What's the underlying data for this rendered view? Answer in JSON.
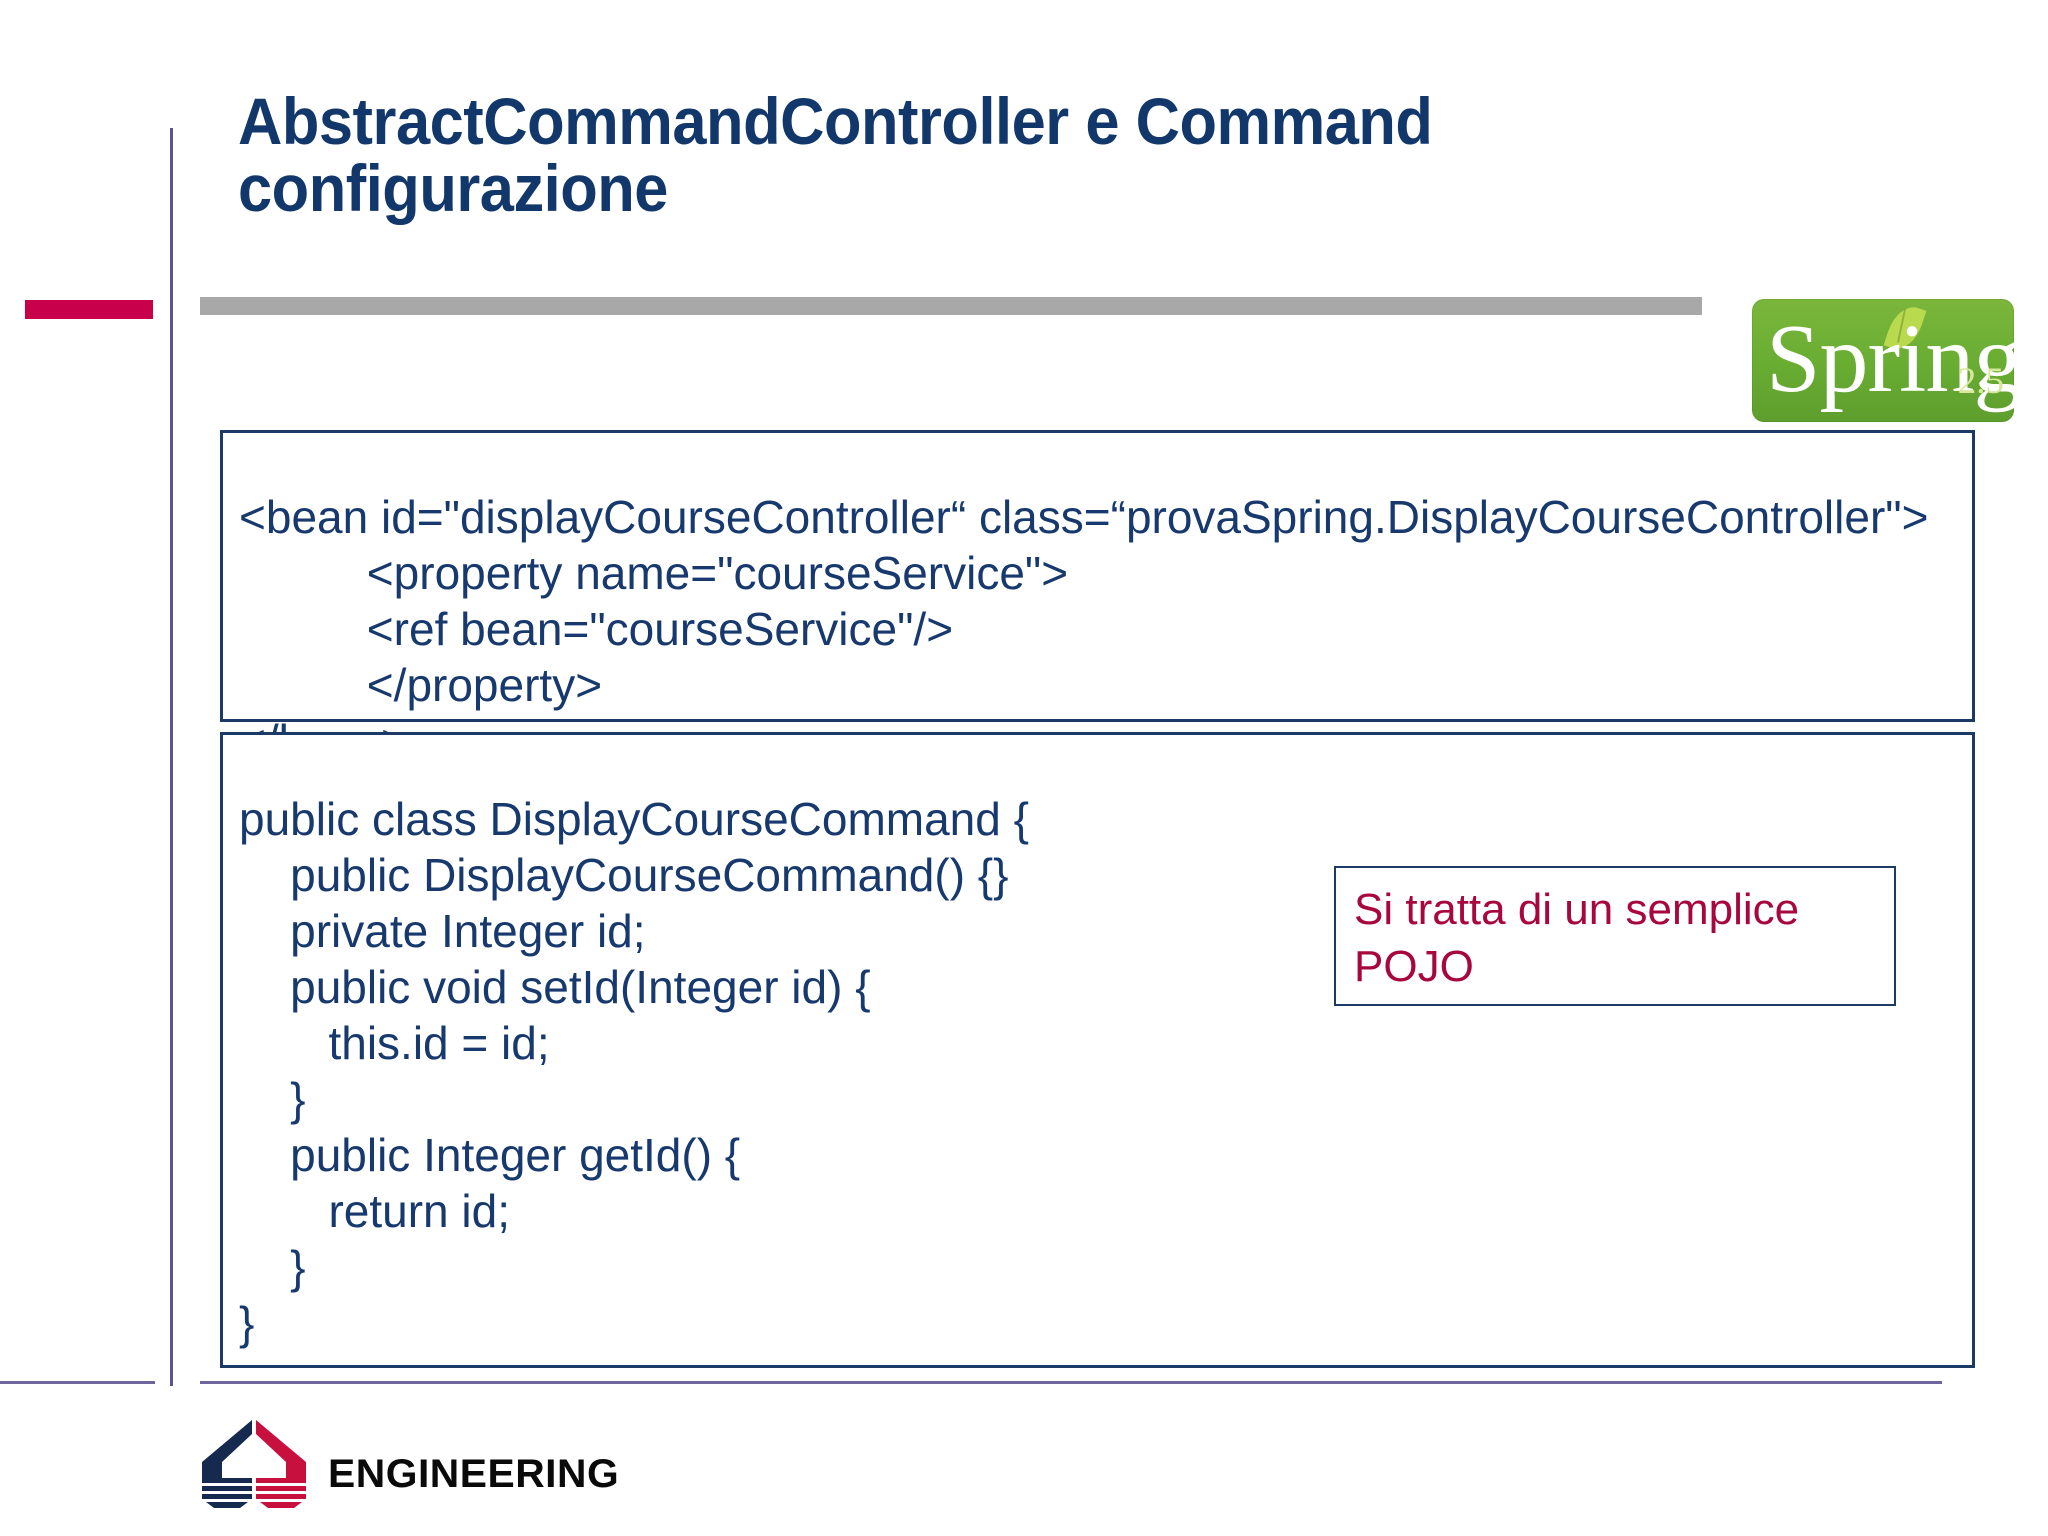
{
  "slide": {
    "title": "AbstractCommandController e Command\nconfigurazione",
    "title_color": "#12386b",
    "accent_red": "#c8004b",
    "rail_purple": "#6d659c",
    "divider_gray": "#a8a8a8"
  },
  "spring_logo": {
    "wordmark": "Spring",
    "version": "2.5",
    "background_color": "#6aae33",
    "version_color": "#d8e89a",
    "leaf_color": "#b9d94f"
  },
  "xml_box": {
    "border_color": "#1b3a66",
    "text_color": "#17396d",
    "lines": [
      "<bean id=\"displayCourseController“ class=“provaSpring.DisplayCourseController\">",
      "          <property name=\"courseService\">",
      "          <ref bean=\"courseService\"/>",
      "          </property>",
      "</bean>"
    ],
    "code": "<bean id=\"displayCourseController“ class=“provaSpring.DisplayCourseController\">\n          <property name=\"courseService\">\n          <ref bean=\"courseService\"/>\n          </property>\n</bean>"
  },
  "java_box": {
    "border_color": "#1b3a66",
    "text_color": "#17396d",
    "lines": [
      "public class DisplayCourseCommand {",
      "    public DisplayCourseCommand() {}",
      "    private Integer id;",
      "    public void setId(Integer id) {",
      "       this.id = id;",
      "    }",
      "    public Integer getId() {",
      "       return id;",
      "    }",
      "}"
    ],
    "code": "public class DisplayCourseCommand {\n    public DisplayCourseCommand() {}\n    private Integer id;\n    public void setId(Integer id) {\n       this.id = id;\n    }\n    public Integer getId() {\n       return id;\n    }\n}"
  },
  "callout": {
    "text": "Si tratta di un semplice POJO",
    "text_color": "#a8073e",
    "border_color": "#1b3a66"
  },
  "footer": {
    "logo_text": "ENGINEERING",
    "logo_navy": "#152a4e",
    "logo_crimson": "#c8103f"
  }
}
